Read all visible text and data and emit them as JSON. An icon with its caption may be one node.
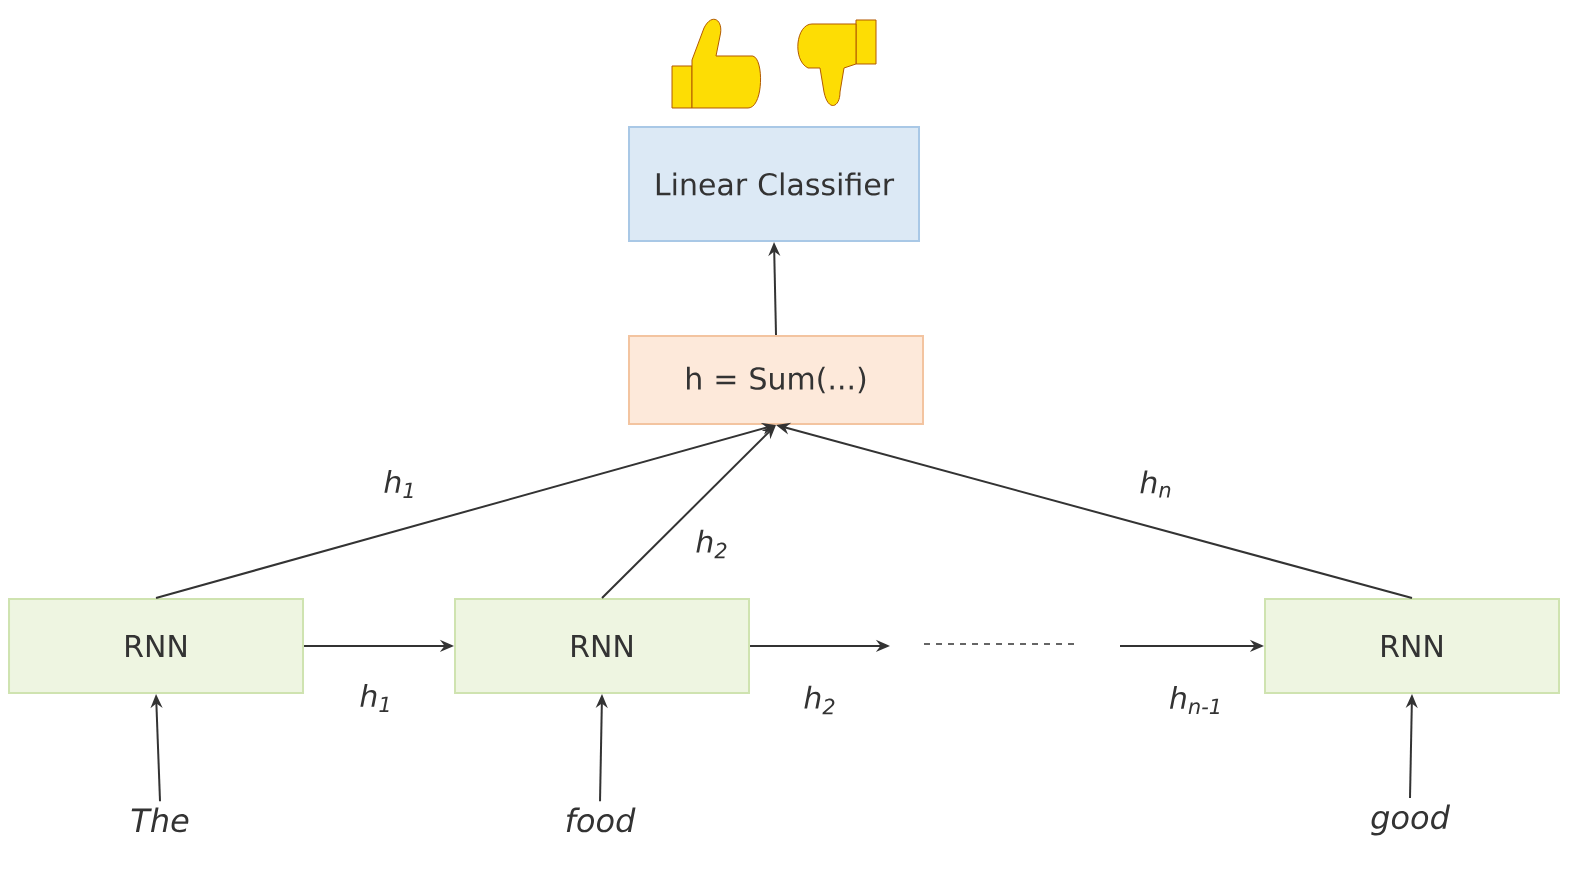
{
  "diagram": {
    "nodes": [
      {
        "text": [
          "Linear Classifier"
        ]
      },
      {
        "text": [
          "h = Sum(...)"
        ]
      },
      {
        "text": [
          "RNN"
        ]
      },
      {
        "text": [
          "RNN"
        ]
      },
      {
        "text": [
          "RNN"
        ]
      },
      {
        "text": [
          "The"
        ]
      },
      {
        "text": [
          "food"
        ]
      },
      {
        "text": [
          "good"
        ]
      }
    ],
    "edges": [
      {
        "from": 1,
        "to": 0,
        "arrow": "to"
      },
      {
        "from": 2,
        "to": 1,
        "arrow": "to",
        "label": "h$_{1}$"
      },
      {
        "from": 3,
        "to": 1,
        "arrow": "to",
        "label": "h$_{2}$"
      },
      {
        "from": 4,
        "to": 1,
        "arrow": "to",
        "label": "h$_{n}$"
      },
      {
        "from": 2,
        "to": 3,
        "arrow": "to",
        "label": "h$_{1}$"
      },
      {
        "from": 3,
        "to": null,
        "arrow": "to",
        "label": "h$_{2}$"
      },
      {
        "from": null,
        "to": 4,
        "arrow": "to",
        "label": "h$_{n-1}$"
      },
      {
        "from": 5,
        "to": 2,
        "arrow": "to"
      },
      {
        "from": 6,
        "to": 3,
        "arrow": "to"
      },
      {
        "from": 7,
        "to": 4,
        "arrow": "to"
      }
    ]
  }
}
